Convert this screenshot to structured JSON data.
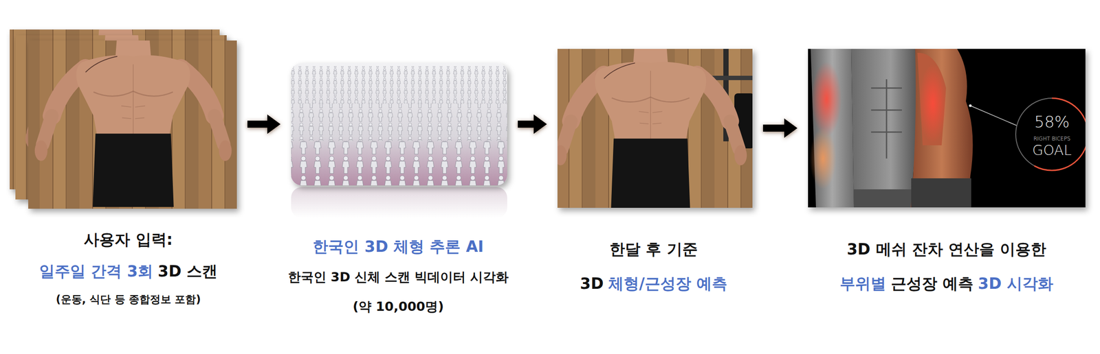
{
  "diagram": {
    "nodes": [
      {
        "text": [
          "사용자 입력:",
          "일주일 간격 3회",
          "3D 스캔",
          "(운동, 식단 등 종합정보 포함)"
        ]
      },
      {
        "text": [
          "한국인 3D 체형 추론 AI",
          "한국인 3D 신체 스캔 빅데이터 시각화",
          "(약 10,000명)"
        ]
      },
      {
        "text": [
          "한달 후 기준",
          "3D",
          "체형/근성장 예측"
        ]
      },
      {
        "text": [
          "3D 메쉬 잔차 연산을 이용한",
          "부위별",
          "근성장 예측",
          "3D 시각화"
        ]
      }
    ],
    "edges": [
      {
        "from": 0,
        "to": 1,
        "arrow": "to"
      },
      {
        "from": 1,
        "to": 2,
        "arrow": "to"
      },
      {
        "from": 2,
        "to": 3,
        "arrow": "to"
      }
    ],
    "labels": [
      "58%",
      "RIGHT BICEPS",
      "GOAL"
    ]
  }
}
